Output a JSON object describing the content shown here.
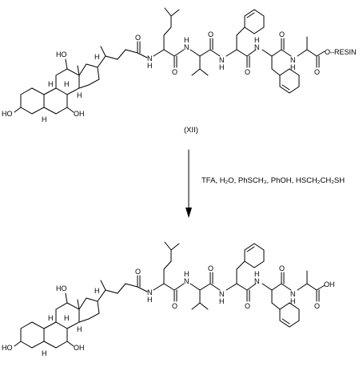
{
  "top_molecule": {
    "atoms": {
      "ho3": "HO",
      "oh7": "OH",
      "oh12": "HO",
      "h5": "H",
      "h8": "H",
      "h9": "H",
      "h14": "H",
      "h17": "H",
      "nh1": "N",
      "h_nh1": "H",
      "nh2": "N",
      "h_nh2": "H",
      "nh3": "N",
      "h_nh3": "H",
      "nh4": "N",
      "h_nh4": "H",
      "nh5": "N",
      "h_nh5": "H",
      "o1": "O",
      "o2": "O",
      "o3": "O",
      "o4": "O",
      "o5": "O",
      "o6": "O",
      "resin": "O–RESIN"
    },
    "label": "(XII)"
  },
  "reaction": {
    "reagents": "TFA, H₂O, PhSCH₃, PhOH, HSCH₂CH₂SH"
  },
  "bottom_molecule": {
    "atoms": {
      "ho3": "HO",
      "oh7": "OH",
      "oh12": "HO",
      "h5": "H",
      "h8": "H",
      "h9": "H",
      "h14": "H",
      "h17": "H",
      "nh1": "N",
      "h_nh1": "H",
      "nh2": "N",
      "h_nh2": "H",
      "nh3": "N",
      "h_nh3": "H",
      "nh4": "N",
      "h_nh4": "H",
      "nh5": "N",
      "h_nh5": "H",
      "o1": "O",
      "o2": "O",
      "o3": "O",
      "o4": "O",
      "o5": "O",
      "o6": "O",
      "oh_acid": "OH"
    }
  }
}
